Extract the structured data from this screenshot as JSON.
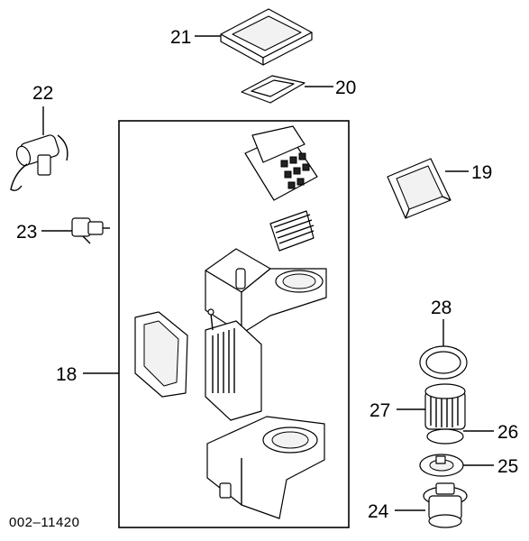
{
  "diagram": {
    "figure_id": "002–11420",
    "callouts": {
      "c18": "18",
      "c19": "19",
      "c20": "20",
      "c21": "21",
      "c22": "22",
      "c23": "23",
      "c24": "24",
      "c25": "25",
      "c26": "26",
      "c27": "27",
      "c28": "28"
    }
  }
}
